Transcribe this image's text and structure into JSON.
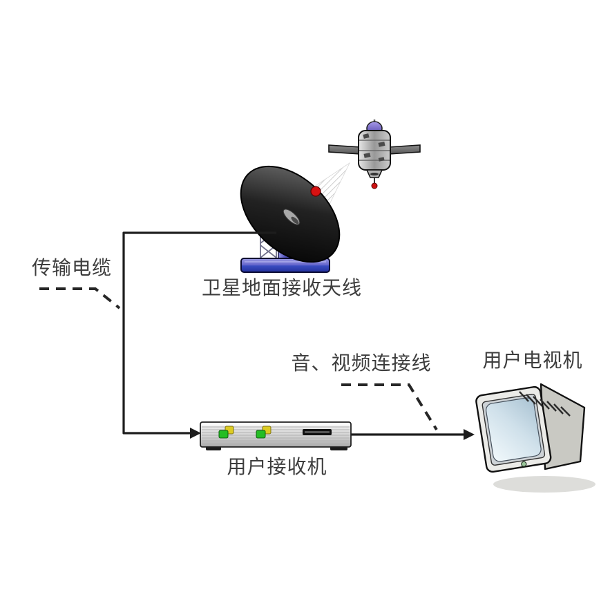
{
  "diagram": {
    "type": "satellite-tv-reception-system",
    "background": "#ffffff",
    "labels": {
      "transmission_cable": "传输电缆",
      "antenna": "卫星地面接收天线",
      "av_cable": "音、视频连接线",
      "tv": "用户电视机",
      "receiver": "用户接收机"
    },
    "icons": [
      {
        "name": "satellite-icon",
        "meaning": "broadcast satellite with solar panels"
      },
      {
        "name": "dish-antenna-icon",
        "meaning": "satellite ground receiving dish"
      },
      {
        "name": "signal-beam-icon",
        "meaning": "hatched downlink beam from satellite to dish feed"
      },
      {
        "name": "receiver-box-icon",
        "meaning": "set-top receiver with indicator LEDs and display slot"
      },
      {
        "name": "tv-icon",
        "meaning": "CRT television set"
      }
    ],
    "connections": [
      {
        "name": "main-cable-line",
        "from": "dish-antenna",
        "to": "receiver-box",
        "style": "solid-arrow"
      },
      {
        "name": "receiver-tv-line",
        "from": "receiver-box",
        "to": "tv",
        "style": "solid-arrow"
      },
      {
        "name": "transmission-cable-callout",
        "points_to": "main-cable-line",
        "style": "dashed"
      },
      {
        "name": "av-cable-callout",
        "points_to": "receiver-tv-line",
        "style": "dashed"
      }
    ],
    "colors": {
      "line": "#1d1d1d",
      "dashed_line": "#262626",
      "dish_dark": "#0a0a0a",
      "dish_light": "#6e6e6e",
      "pedestal": "#5a5ac2",
      "base_top": "#8a8ad8",
      "base_front": "#2a3cb0",
      "feed_dot": "#d81212",
      "satellite_body": "#c6c6c6",
      "solar_panel": "#6f6f6f",
      "dome": "#7b6fd0",
      "beam_hatch": "#c2c2c2",
      "receiver_body": "#d9d9d9",
      "led_green": "#24bd24",
      "led_yellow": "#ddcc22",
      "display_slot": "#111111",
      "tv_body": "#ebebe8",
      "tv_side": "#c9c9c3",
      "screen_light": "#f2f9fc",
      "screen_dark": "#b4c9d6",
      "label_text": "#3d3d3d"
    }
  }
}
